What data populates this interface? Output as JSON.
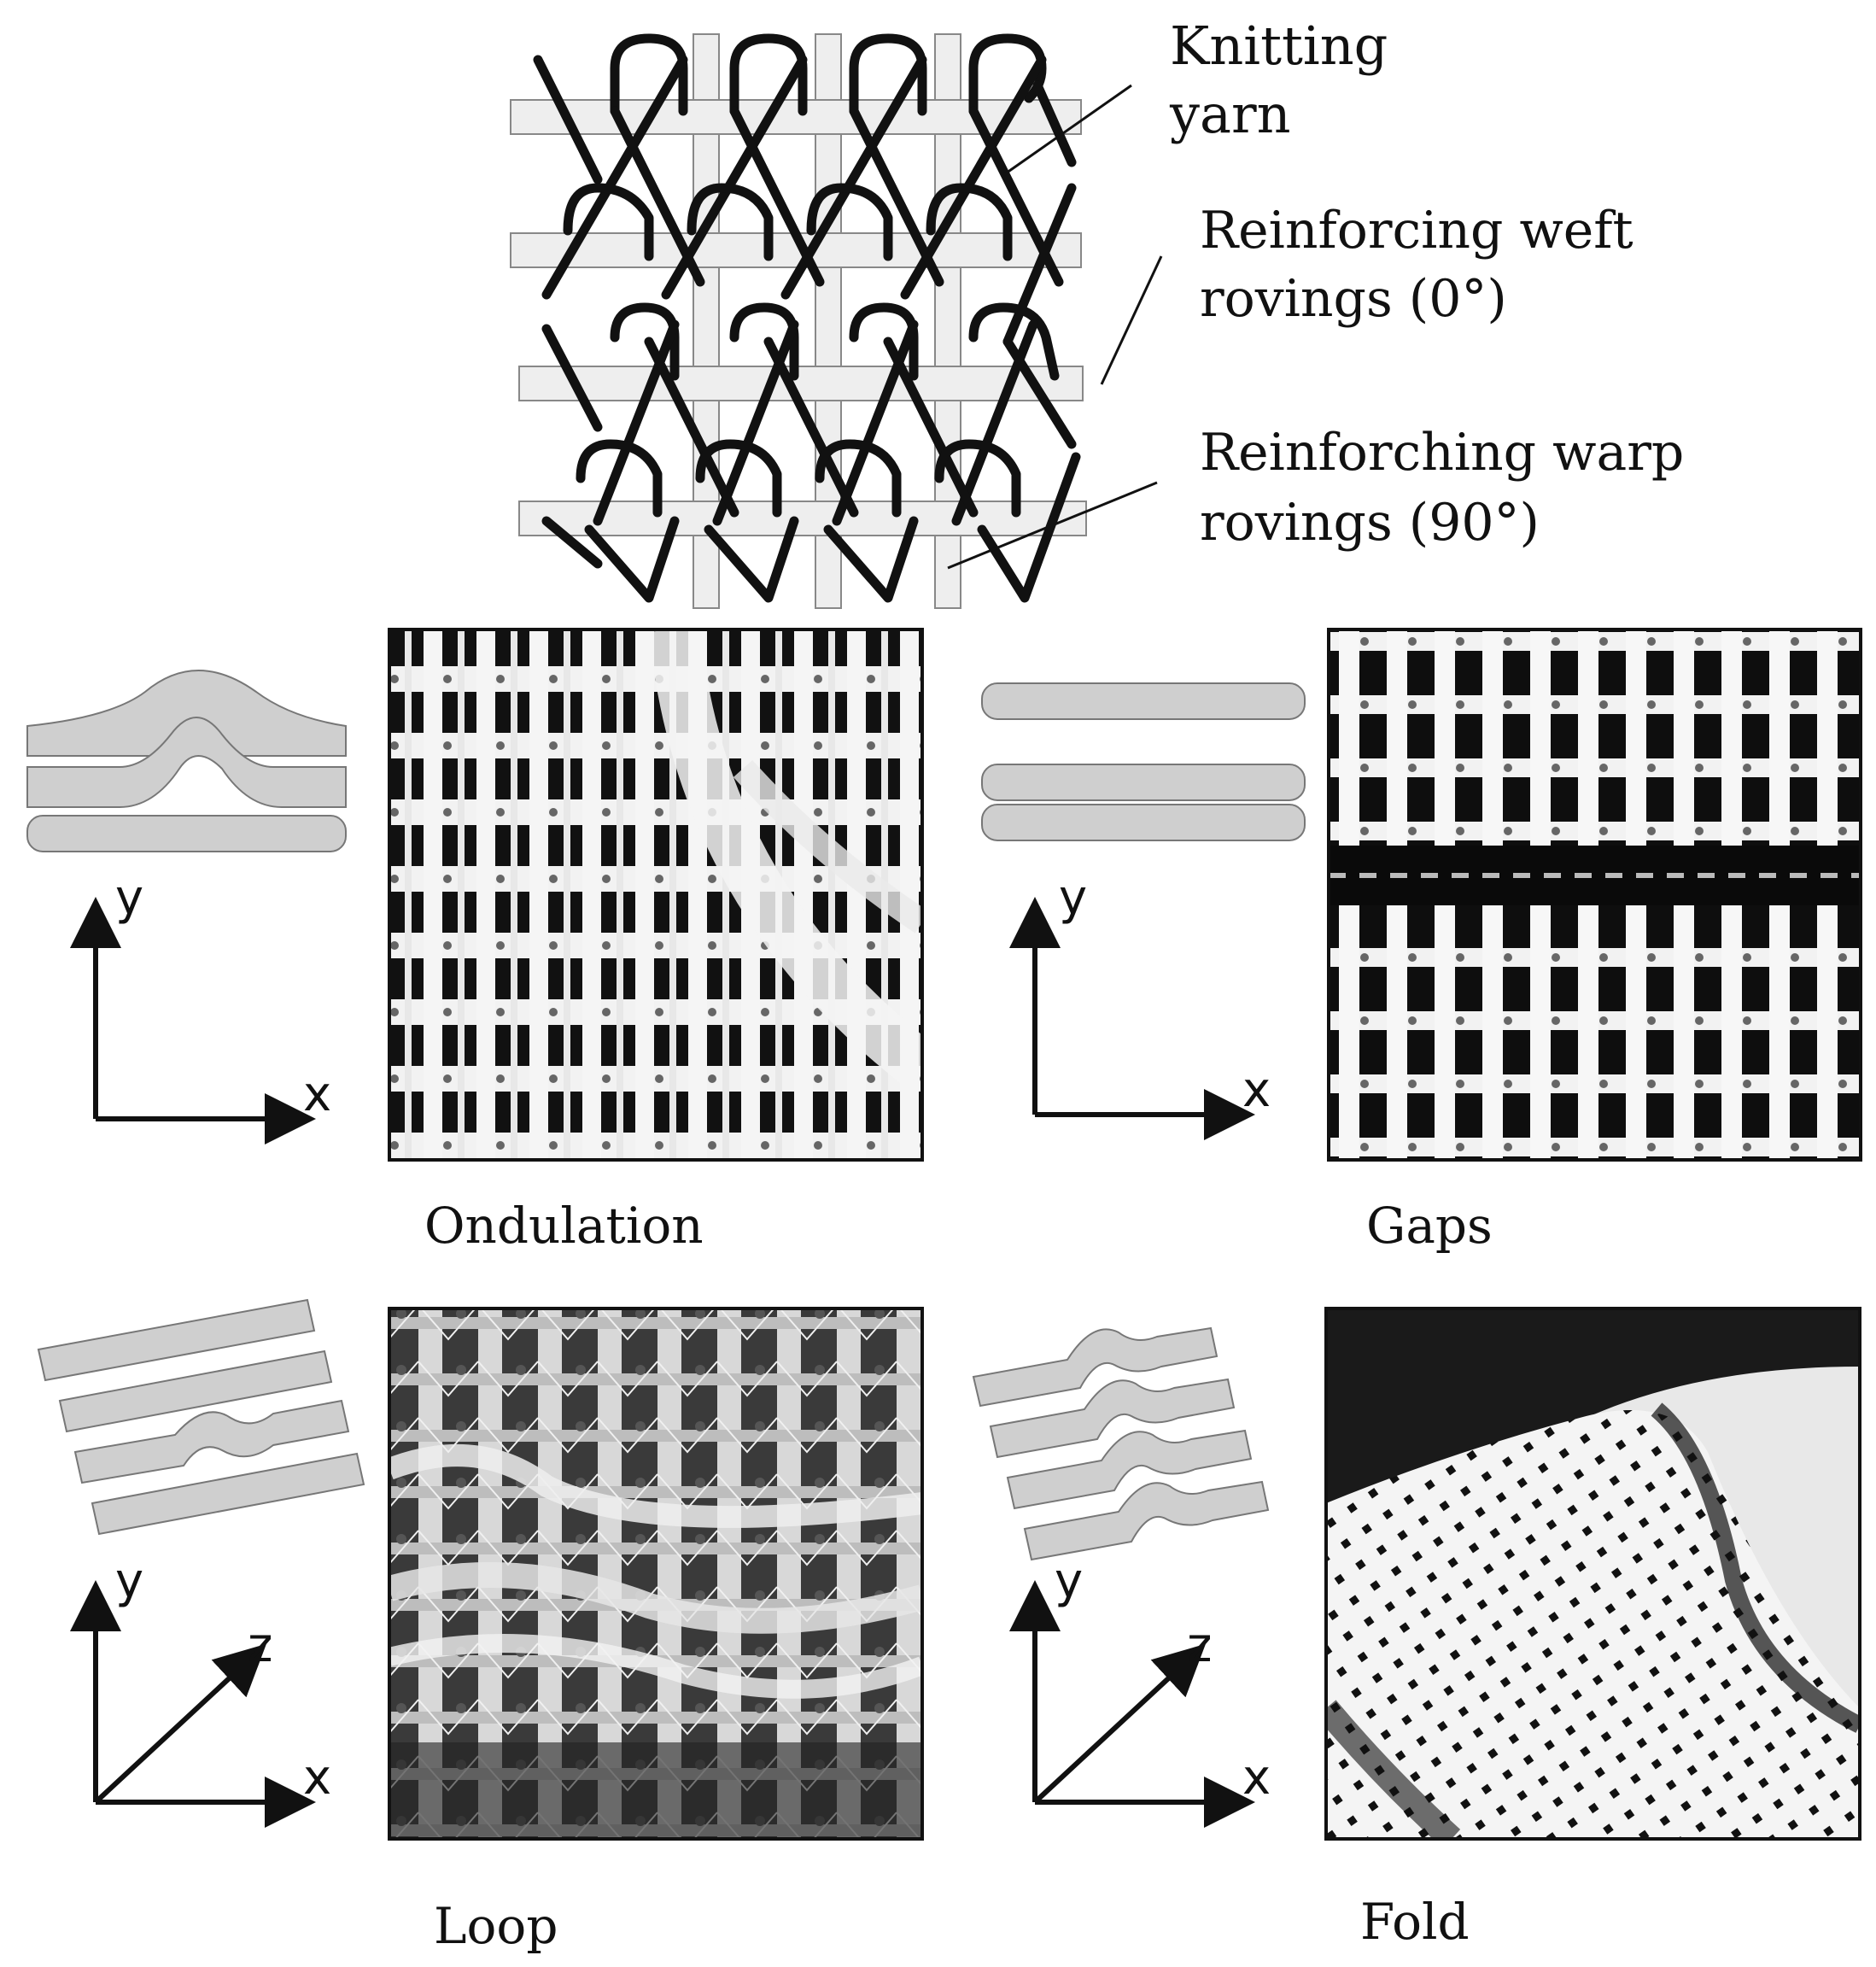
{
  "schematic": {
    "labels": {
      "knitting_yarn": [
        "Knitting",
        "yarn"
      ],
      "weft_rovings": [
        "Reinforcing weft",
        "rovings (0°)"
      ],
      "warp_rovings": [
        "Reinforching warp",
        "rovings (90°)"
      ]
    }
  },
  "panels": [
    {
      "caption": "Ondulation",
      "axes": [
        "y",
        "x"
      ]
    },
    {
      "caption": "Gaps",
      "axes": [
        "y",
        "x"
      ]
    },
    {
      "caption": "Loop",
      "axes": [
        "y",
        "z",
        "x"
      ]
    },
    {
      "caption": "Fold",
      "axes": [
        "y",
        "z",
        "x"
      ]
    }
  ]
}
